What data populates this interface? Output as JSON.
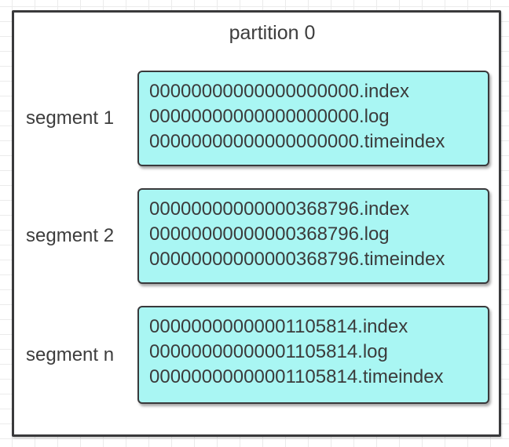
{
  "diagram": {
    "title": "partition 0",
    "segments": [
      {
        "label": "segment 1",
        "files": [
          "00000000000000000000.index",
          "00000000000000000000.log",
          "00000000000000000000.timeindex"
        ]
      },
      {
        "label": "segment 2",
        "files": [
          "00000000000000368796.index",
          "00000000000000368796.log",
          "00000000000000368796.timeindex"
        ]
      },
      {
        "label": "segment n",
        "files": [
          "00000000000001105814.index",
          "00000000000001105814.log",
          "00000000000001105814.timeindex"
        ]
      }
    ],
    "colors": {
      "segment_box_fill": "#a9f6f3",
      "box_border": "#39393b",
      "text": "#3d3d3d",
      "grid_line": "#ebebeb",
      "canvas_background": "#ffffff"
    }
  }
}
